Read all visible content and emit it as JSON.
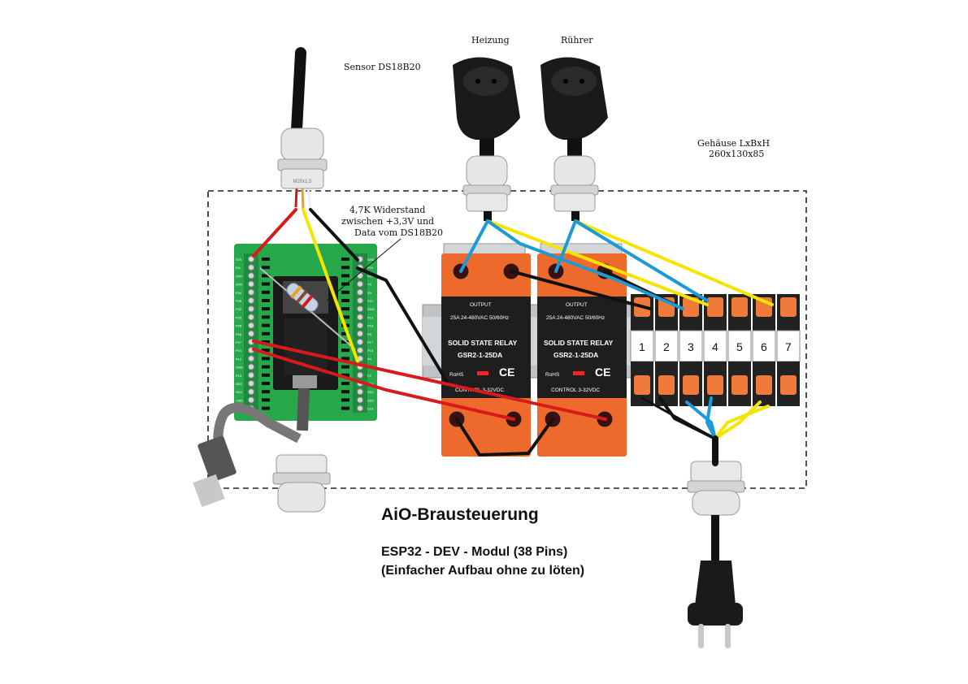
{
  "labels": {
    "sensor": "Sensor DS18B20",
    "heater": "Heizung",
    "stirrer": "Rührer",
    "housing_line1": "Gehäuse LxBxH",
    "housing_line2": "260x130x85",
    "resistor_line1": "4,7K Widerstand",
    "resistor_line2": "zwischen +3,3V und",
    "resistor_line3": "Data vom DS18B20"
  },
  "caption": {
    "title": "AiO-Brausteuerung",
    "line1": "ESP32 - DEV - Modul (38 Pins)",
    "line2": "(Einfacher Aufbau ohne zu löten)"
  },
  "relays": [
    {
      "output": "OUTPUT",
      "rating": "25A 24-480VAC 50/60Hz",
      "name": "SOLID STATE RELAY",
      "model": "GSR2-1-25DA",
      "rohs": "RoHS",
      "ce": "CE",
      "control": "CONTROL  3-32VDC"
    },
    {
      "output": "OUTPUT",
      "rating": "25A 24-480VAC 50/60Hz",
      "name": "SOLID STATE RELAY",
      "model": "GSR2-1-25DA",
      "rohs": "RoHS",
      "ce": "CE",
      "control": "CONTROL  3-32VDC"
    }
  ],
  "terminals": [
    "1",
    "2",
    "3",
    "4",
    "5",
    "6",
    "7"
  ],
  "board": {
    "left_pins": [
      "3V3",
      "EN",
      "SVP",
      "SVN",
      "P34",
      "P35",
      "P32",
      "P33",
      "P25",
      "P26",
      "P27",
      "P14",
      "P12",
      "GND",
      "P13",
      "SD2",
      "SD3",
      "CMD",
      "5V"
    ],
    "right_pins": [
      "GND",
      "P23",
      "P22",
      "TX",
      "RX",
      "P21",
      "GND",
      "P19",
      "P18",
      "P5",
      "P17",
      "P16",
      "P4",
      "P0",
      "P2",
      "P15",
      "SD1",
      "SD0",
      "CLK"
    ]
  },
  "colors": {
    "wire_red": "#d81a1a",
    "wire_yellow": "#f5e400",
    "wire_blue": "#1c9ad6",
    "wire_black": "#111111",
    "relay_orange": "#ee6a2c",
    "pcb_green": "#27a84a",
    "terminal_orange": "#f07a3a",
    "dashed_box": "#222222"
  }
}
